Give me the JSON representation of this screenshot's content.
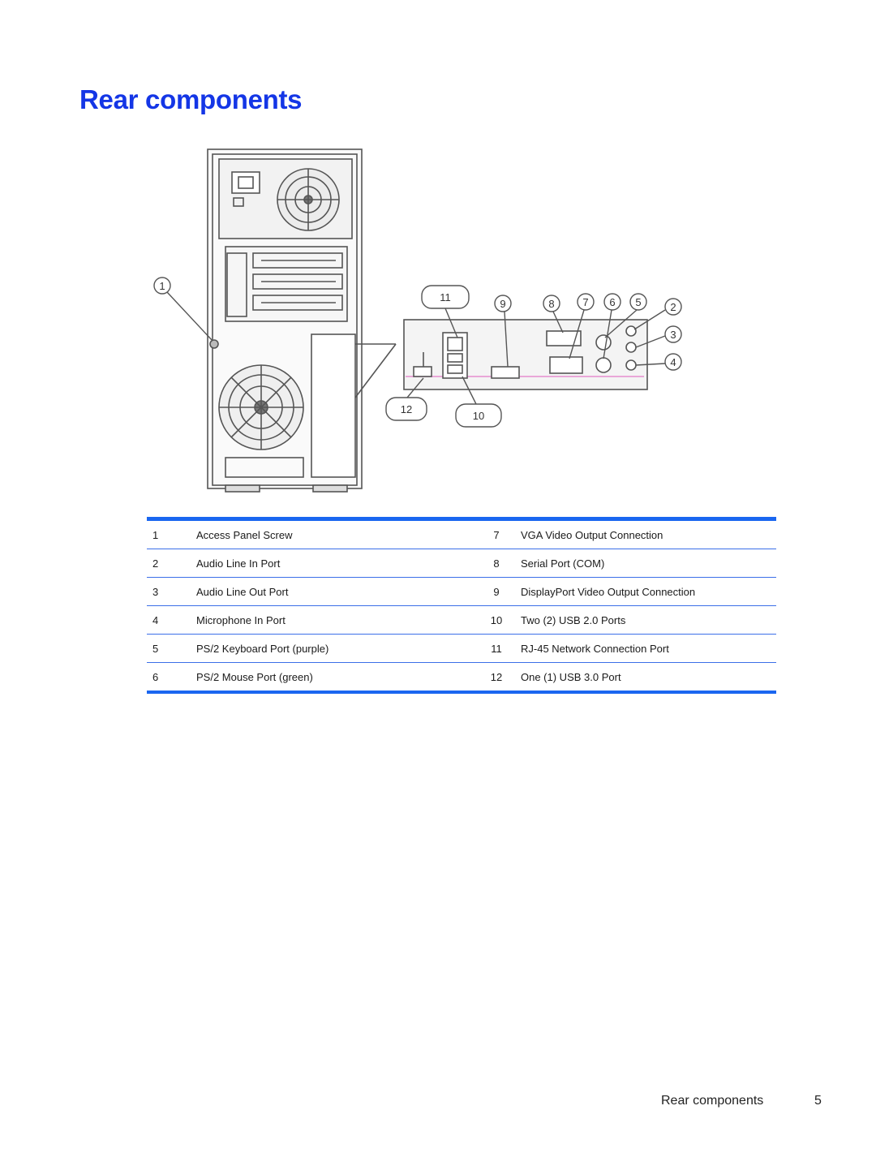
{
  "page": {
    "title": "Rear components",
    "footer_section": "Rear components",
    "footer_page": "5"
  },
  "figure": {
    "callouts": [
      "1",
      "2",
      "3",
      "4",
      "5",
      "6",
      "7",
      "8",
      "9",
      "10",
      "11",
      "12"
    ],
    "colors": {
      "line": "#555555",
      "panel": "#f3f3f3",
      "accent_pink": "#e9a7d8"
    }
  },
  "legend": {
    "rows": [
      {
        "left_num": "1",
        "left_label": "Access Panel Screw",
        "right_num": "7",
        "right_label": "VGA Video Output Connection"
      },
      {
        "left_num": "2",
        "left_label": "Audio Line In Port",
        "right_num": "8",
        "right_label": "Serial Port (COM)"
      },
      {
        "left_num": "3",
        "left_label": "Audio Line Out Port",
        "right_num": "9",
        "right_label": "DisplayPort Video Output Connection"
      },
      {
        "left_num": "4",
        "left_label": "Microphone In Port",
        "right_num": "10",
        "right_label": "Two (2) USB 2.0 Ports"
      },
      {
        "left_num": "5",
        "left_label": "PS/2 Keyboard Port (purple)",
        "right_num": "11",
        "right_label": "RJ-45 Network Connection Port"
      },
      {
        "left_num": "6",
        "left_label": "PS/2 Mouse Port (green)",
        "right_num": "12",
        "right_label": "One (1) USB 3.0 Port"
      }
    ]
  }
}
